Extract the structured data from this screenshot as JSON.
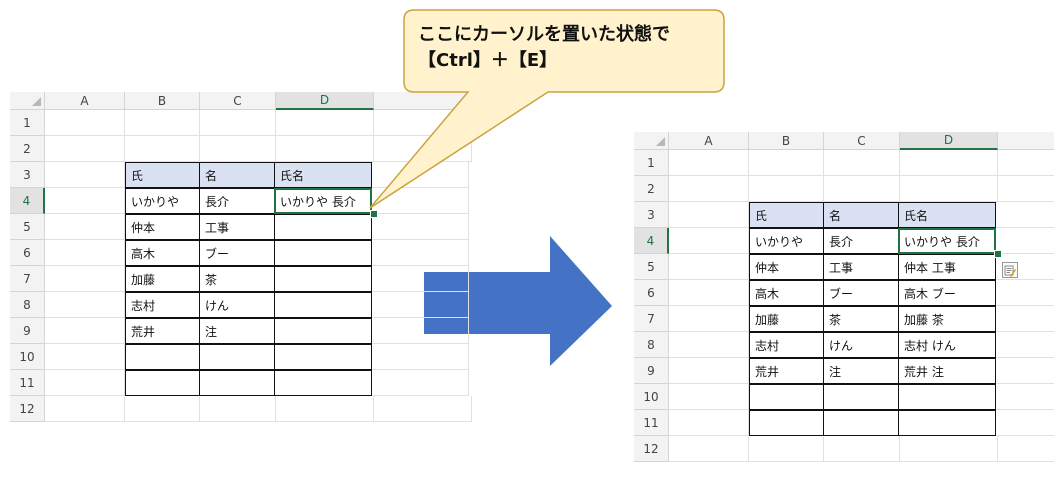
{
  "callout": {
    "line1": "ここにカーソルを置いた状態で",
    "line2": "【Ctrl】＋【E】"
  },
  "columns": [
    "A",
    "B",
    "C",
    "D"
  ],
  "rows": [
    "1",
    "2",
    "3",
    "4",
    "5",
    "6",
    "7",
    "8",
    "9",
    "10",
    "11",
    "12"
  ],
  "before": {
    "headers": [
      "氏",
      "名",
      "氏名"
    ],
    "records": [
      [
        "いかりや",
        "長介",
        "いかりや 長介"
      ],
      [
        "仲本",
        "工事",
        ""
      ],
      [
        "高木",
        "ブー",
        ""
      ],
      [
        "加藤",
        "茶",
        ""
      ],
      [
        "志村",
        "けん",
        ""
      ],
      [
        "荒井",
        "注",
        ""
      ],
      [
        "",
        "",
        ""
      ],
      [
        "",
        "",
        ""
      ]
    ]
  },
  "after": {
    "headers": [
      "氏",
      "名",
      "氏名"
    ],
    "records": [
      [
        "いかりや",
        "長介",
        "いかりや 長介"
      ],
      [
        "仲本",
        "工事",
        "仲本 工事"
      ],
      [
        "高木",
        "ブー",
        "高木 ブー"
      ],
      [
        "加藤",
        "茶",
        "加藤 茶"
      ],
      [
        "志村",
        "けん",
        "志村 けん"
      ],
      [
        "荒井",
        "注",
        "荒井 注"
      ],
      [
        "",
        "",
        ""
      ],
      [
        "",
        "",
        ""
      ]
    ]
  },
  "colors": {
    "callout_fill": "#fff2cc",
    "callout_border": "#c9a441",
    "arrow_fill": "#4472c4",
    "header_fill": "#d9e1f2",
    "excel_green": "#217346"
  },
  "icons": {
    "flash_fill": "flash-fill-options-icon"
  }
}
